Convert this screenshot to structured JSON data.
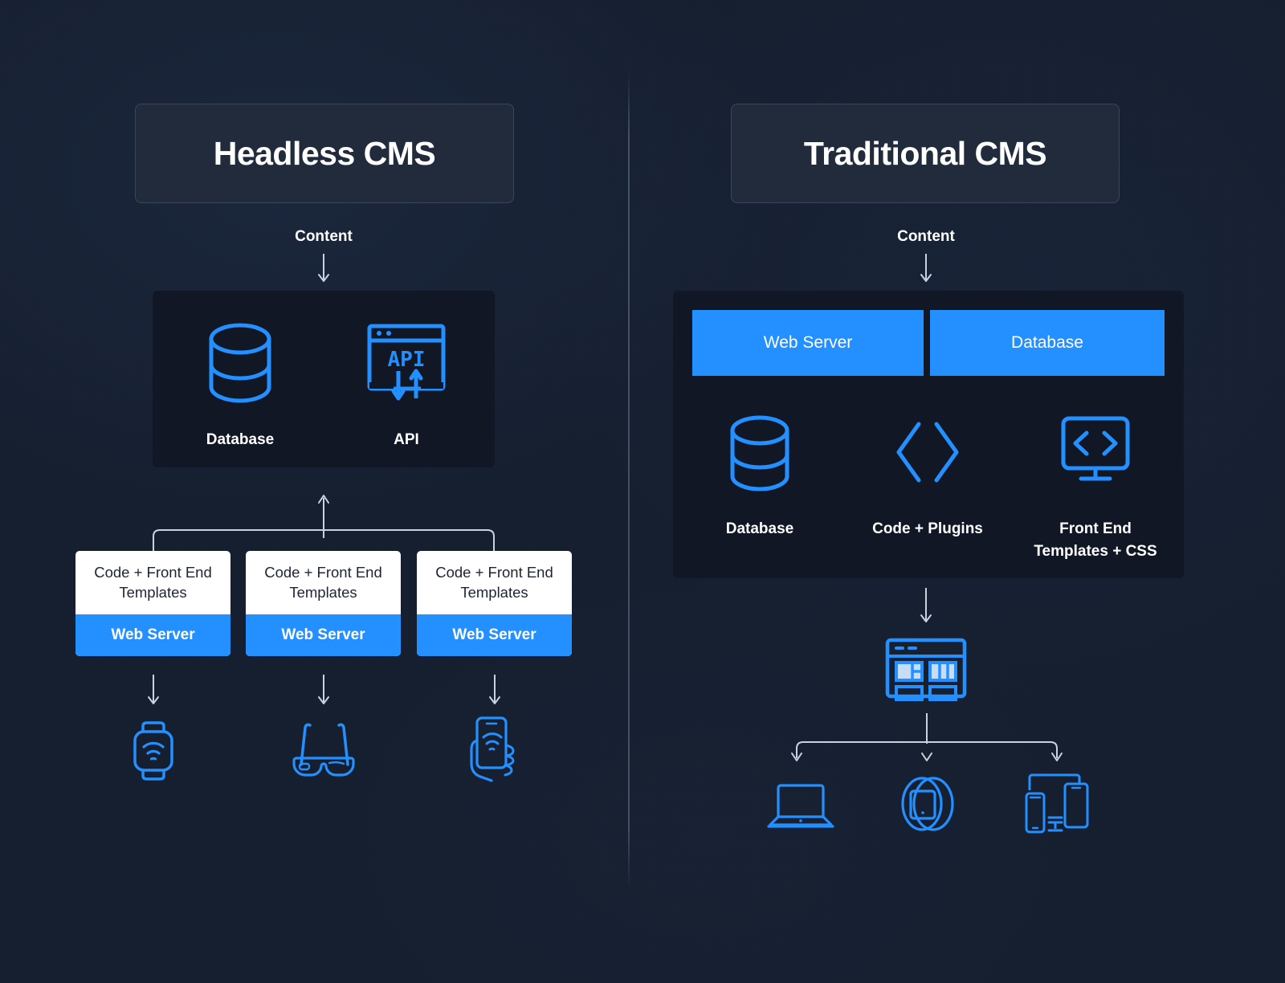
{
  "theme": {
    "background": "#161f30",
    "panel": "#111725",
    "title_card": "#212b3c",
    "accent_blue": "#2490ff",
    "white": "#ffffff",
    "connector": "#c9d3e0",
    "card_text": "#1d2433"
  },
  "headless": {
    "title": "Headless CMS",
    "content_label": "Content",
    "core": {
      "items": [
        {
          "label": "Database",
          "icon": "database-icon"
        },
        {
          "label": "API",
          "icon": "api-window-icon"
        }
      ]
    },
    "delivery_cards": [
      {
        "top_label": "Code + Front End Templates",
        "bottom_label": "Web Server"
      },
      {
        "top_label": "Code + Front End Templates",
        "bottom_label": "Web Server"
      },
      {
        "top_label": "Code + Front End Templates",
        "bottom_label": "Web Server"
      }
    ],
    "devices": [
      {
        "icon": "smartwatch-wifi-icon",
        "name": "smartwatch"
      },
      {
        "icon": "smart-glasses-icon",
        "name": "smart-glasses"
      },
      {
        "icon": "hand-phone-wifi-icon",
        "name": "hand-holding-phone"
      }
    ]
  },
  "traditional": {
    "title": "Traditional CMS",
    "content_label": "Content",
    "top_bars": [
      {
        "label": "Web Server"
      },
      {
        "label": "Database"
      }
    ],
    "core": {
      "items": [
        {
          "label": "Database",
          "icon": "database-icon"
        },
        {
          "label": "Code + Plugins",
          "icon": "angle-brackets-icon"
        },
        {
          "label": "Front End\nTemplates + CSS",
          "icon": "monitor-code-icon"
        }
      ]
    },
    "output": {
      "icon": "browser-window-icon",
      "name": "rendered-website"
    },
    "devices": [
      {
        "icon": "laptop-icon",
        "name": "laptop"
      },
      {
        "icon": "round-smartwatch-icon",
        "name": "smartwatch"
      },
      {
        "icon": "phone-tablet-monitor-icon",
        "name": "multi-device"
      }
    ]
  }
}
